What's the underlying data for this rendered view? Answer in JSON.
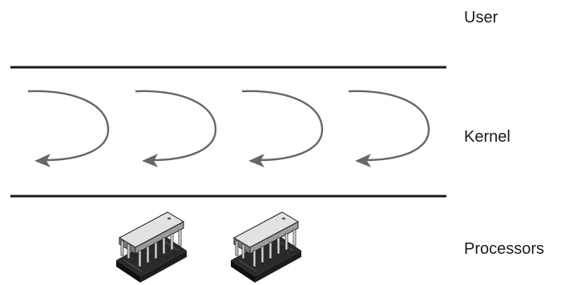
{
  "labels": {
    "user": "User",
    "kernel": "Kernel",
    "processors": "Processors"
  },
  "icons": {
    "thread": "curved-arrow-icon",
    "processor": "chip-icon"
  },
  "colors": {
    "divider": "#1a1a1a",
    "arrow": "#666666",
    "chip_dark": "#2a2a2a",
    "chip_light": "#e0e0e0"
  }
}
